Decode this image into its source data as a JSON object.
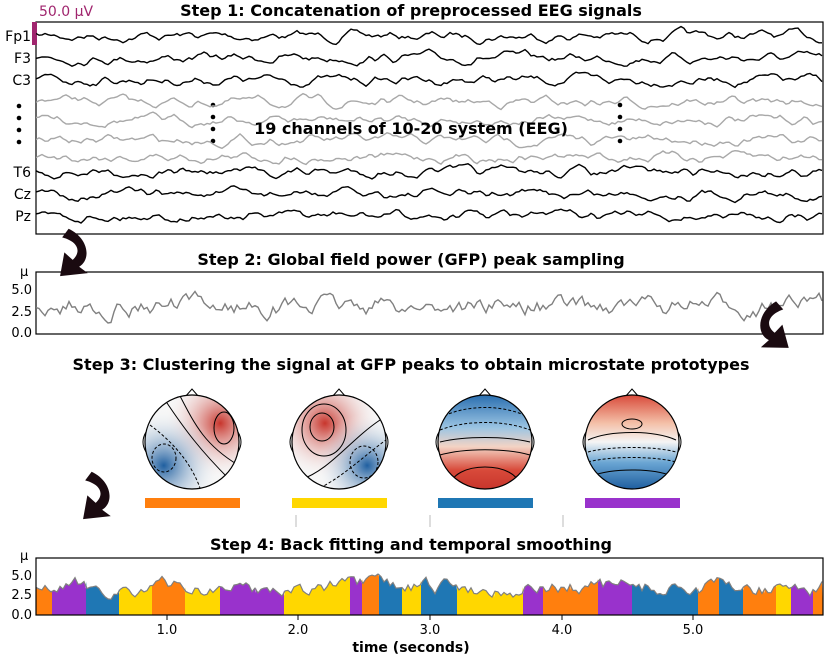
{
  "step1": {
    "title": "Step 1: Concatenation of preprocessed EEG signals",
    "scale_label": "50.0 µV",
    "channels": [
      "Fp1",
      "F3",
      "C3",
      "T6",
      "Cz",
      "Pz"
    ],
    "annotation": "19 channels of 10-20 system (EEG)"
  },
  "step2": {
    "title": "Step 2: Global field power (GFP) peak sampling",
    "unit": "µ",
    "yticks": [
      "5.0",
      "2.5",
      "0.0"
    ]
  },
  "step3": {
    "title": "Step 3: Clustering the signal at GFP peaks to obtain microstate prototypes",
    "microstates": [
      {
        "color": "#ff7f0e"
      },
      {
        "color": "#ffd700"
      },
      {
        "color": "#1f77b4"
      },
      {
        "color": "#9932cc"
      }
    ]
  },
  "step4": {
    "title": "Step 4: Back fitting and temporal smoothing",
    "unit": "µ",
    "yticks": [
      "5.0",
      "2.5",
      "0.0"
    ],
    "xticks": [
      "1.0",
      "2.0",
      "3.0",
      "4.0",
      "5.0"
    ],
    "xlabel": "time (seconds)"
  },
  "colors": {
    "scale_bar": "#a0256e",
    "gfp_line": "#808080",
    "gray_channels": "#a8a8a8",
    "arrow": "#1a0a10"
  }
}
